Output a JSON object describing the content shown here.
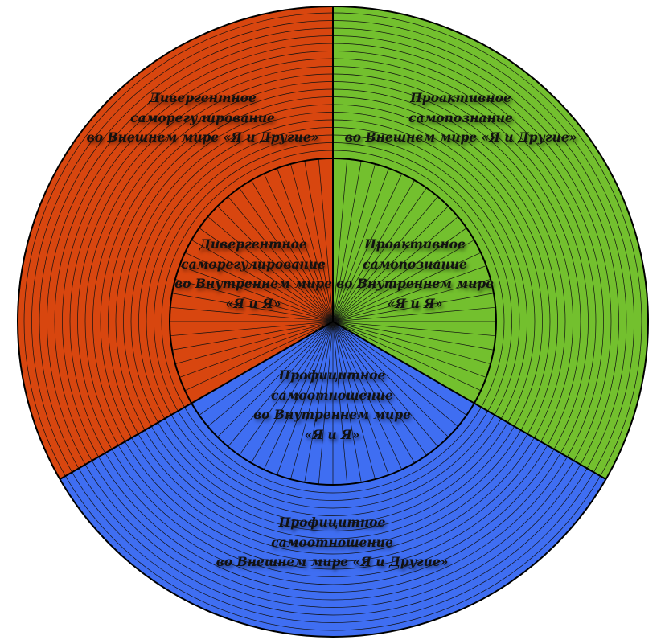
{
  "colors": {
    "red": "#d8460f",
    "green": "#73c02e",
    "blue": "#3f6ef2"
  },
  "sectors": [
    {
      "id": "red",
      "outer_label": [
        "Дивергентное",
        "саморегулирование",
        "во Внешнем мире «Я и Другие»"
      ],
      "inner_label": [
        "Дивергентное",
        "саморегулирование",
        "во Внутреннем мире",
        "«Я и Я»"
      ]
    },
    {
      "id": "green",
      "outer_label": [
        "Проактивное",
        "самопознание",
        "во Внешнем мире «Я и Другие»"
      ],
      "inner_label": [
        "Проактивное",
        "самопознание",
        "во Внутреннем мире",
        "«Я и Я»"
      ]
    },
    {
      "id": "blue",
      "outer_label": [
        "Профицитное",
        "самоотношение",
        "во Внешнем мире «Я и Другие»"
      ],
      "inner_label": [
        "Профицитное",
        "самоотношение",
        "во Внутреннем мире",
        "«Я и Я»"
      ]
    }
  ]
}
